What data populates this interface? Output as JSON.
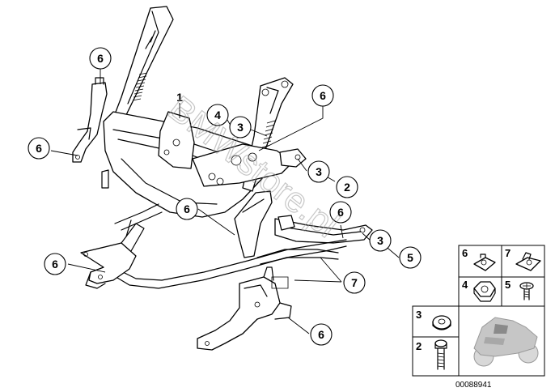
{
  "callouts": [
    {
      "label": "6"
    },
    {
      "label": "6"
    },
    {
      "label": "1"
    },
    {
      "label": "4"
    },
    {
      "label": "3"
    },
    {
      "label": "6"
    },
    {
      "label": "3"
    },
    {
      "label": "2"
    },
    {
      "label": "6"
    },
    {
      "label": "6"
    },
    {
      "label": "3"
    },
    {
      "label": "5"
    },
    {
      "label": "6"
    },
    {
      "label": "7"
    },
    {
      "label": "6"
    }
  ],
  "legend": {
    "cells": [
      {
        "label": "6",
        "icon": "clip-nut-icon"
      },
      {
        "label": "7",
        "icon": "spring-clip-icon"
      },
      {
        "label": "4",
        "icon": "hex-nut-icon"
      },
      {
        "label": "5",
        "icon": "screw-icon"
      },
      {
        "label": "3",
        "icon": "washer-icon"
      },
      {
        "label": "2",
        "icon": "bolt-icon"
      }
    ],
    "thumbnail": "motorcycle-thumbnail-icon"
  },
  "diagram_id": "00088941",
  "watermark": "BMWstore.pl"
}
